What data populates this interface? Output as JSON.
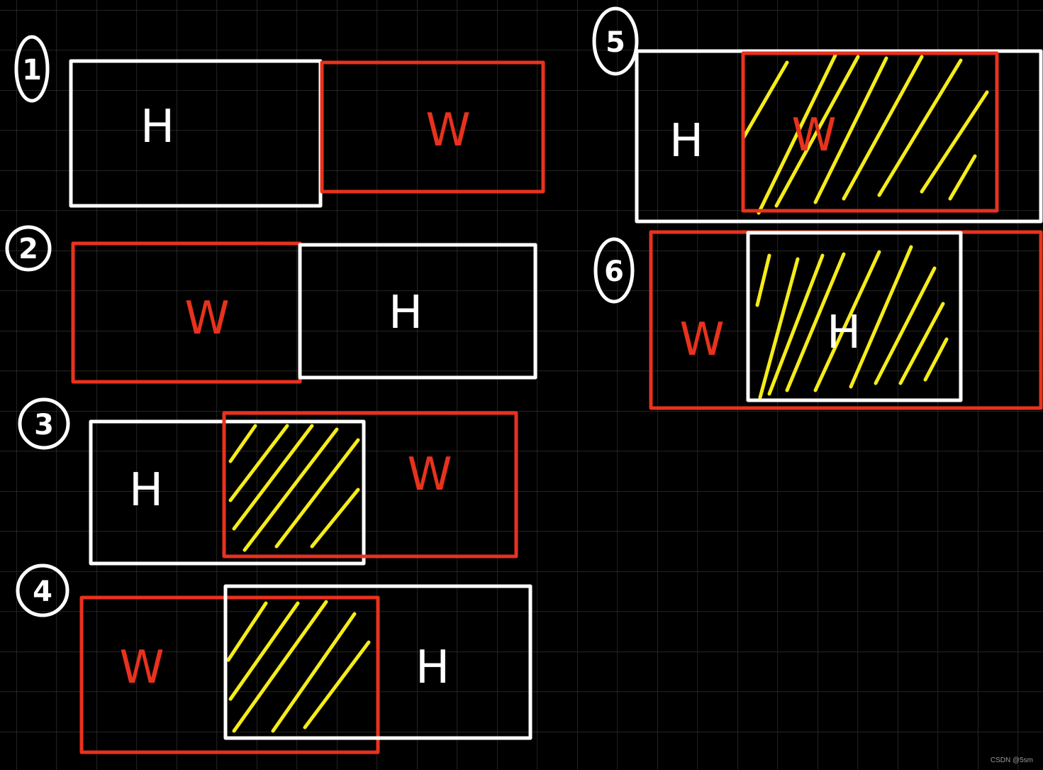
{
  "colors": {
    "background": "#000000",
    "grid": "#3a3a3a",
    "h_box": "#ffffff",
    "w_box": "#e8321e",
    "overlap_hatch": "#f5ec19"
  },
  "cases": [
    {
      "number": "1",
      "boxes": [
        {
          "label": "H",
          "color": "h_box"
        },
        {
          "label": "W",
          "color": "w_box"
        }
      ],
      "overlap": "none"
    },
    {
      "number": "2",
      "boxes": [
        {
          "label": "W",
          "color": "w_box"
        },
        {
          "label": "H",
          "color": "h_box"
        }
      ],
      "overlap": "none"
    },
    {
      "number": "3",
      "boxes": [
        {
          "label": "H",
          "color": "h_box"
        },
        {
          "label": "W",
          "color": "w_box"
        }
      ],
      "overlap": "partial"
    },
    {
      "number": "4",
      "boxes": [
        {
          "label": "W",
          "color": "w_box"
        },
        {
          "label": "H",
          "color": "h_box"
        }
      ],
      "overlap": "partial"
    },
    {
      "number": "5",
      "boxes": [
        {
          "label": "H",
          "color": "h_box"
        },
        {
          "label": "W",
          "color": "w_box"
        }
      ],
      "overlap": "W inside H"
    },
    {
      "number": "6",
      "boxes": [
        {
          "label": "W",
          "color": "w_box"
        },
        {
          "label": "H",
          "color": "h_box"
        }
      ],
      "overlap": "H inside W"
    }
  ],
  "watermark": "CSDN @5sm"
}
